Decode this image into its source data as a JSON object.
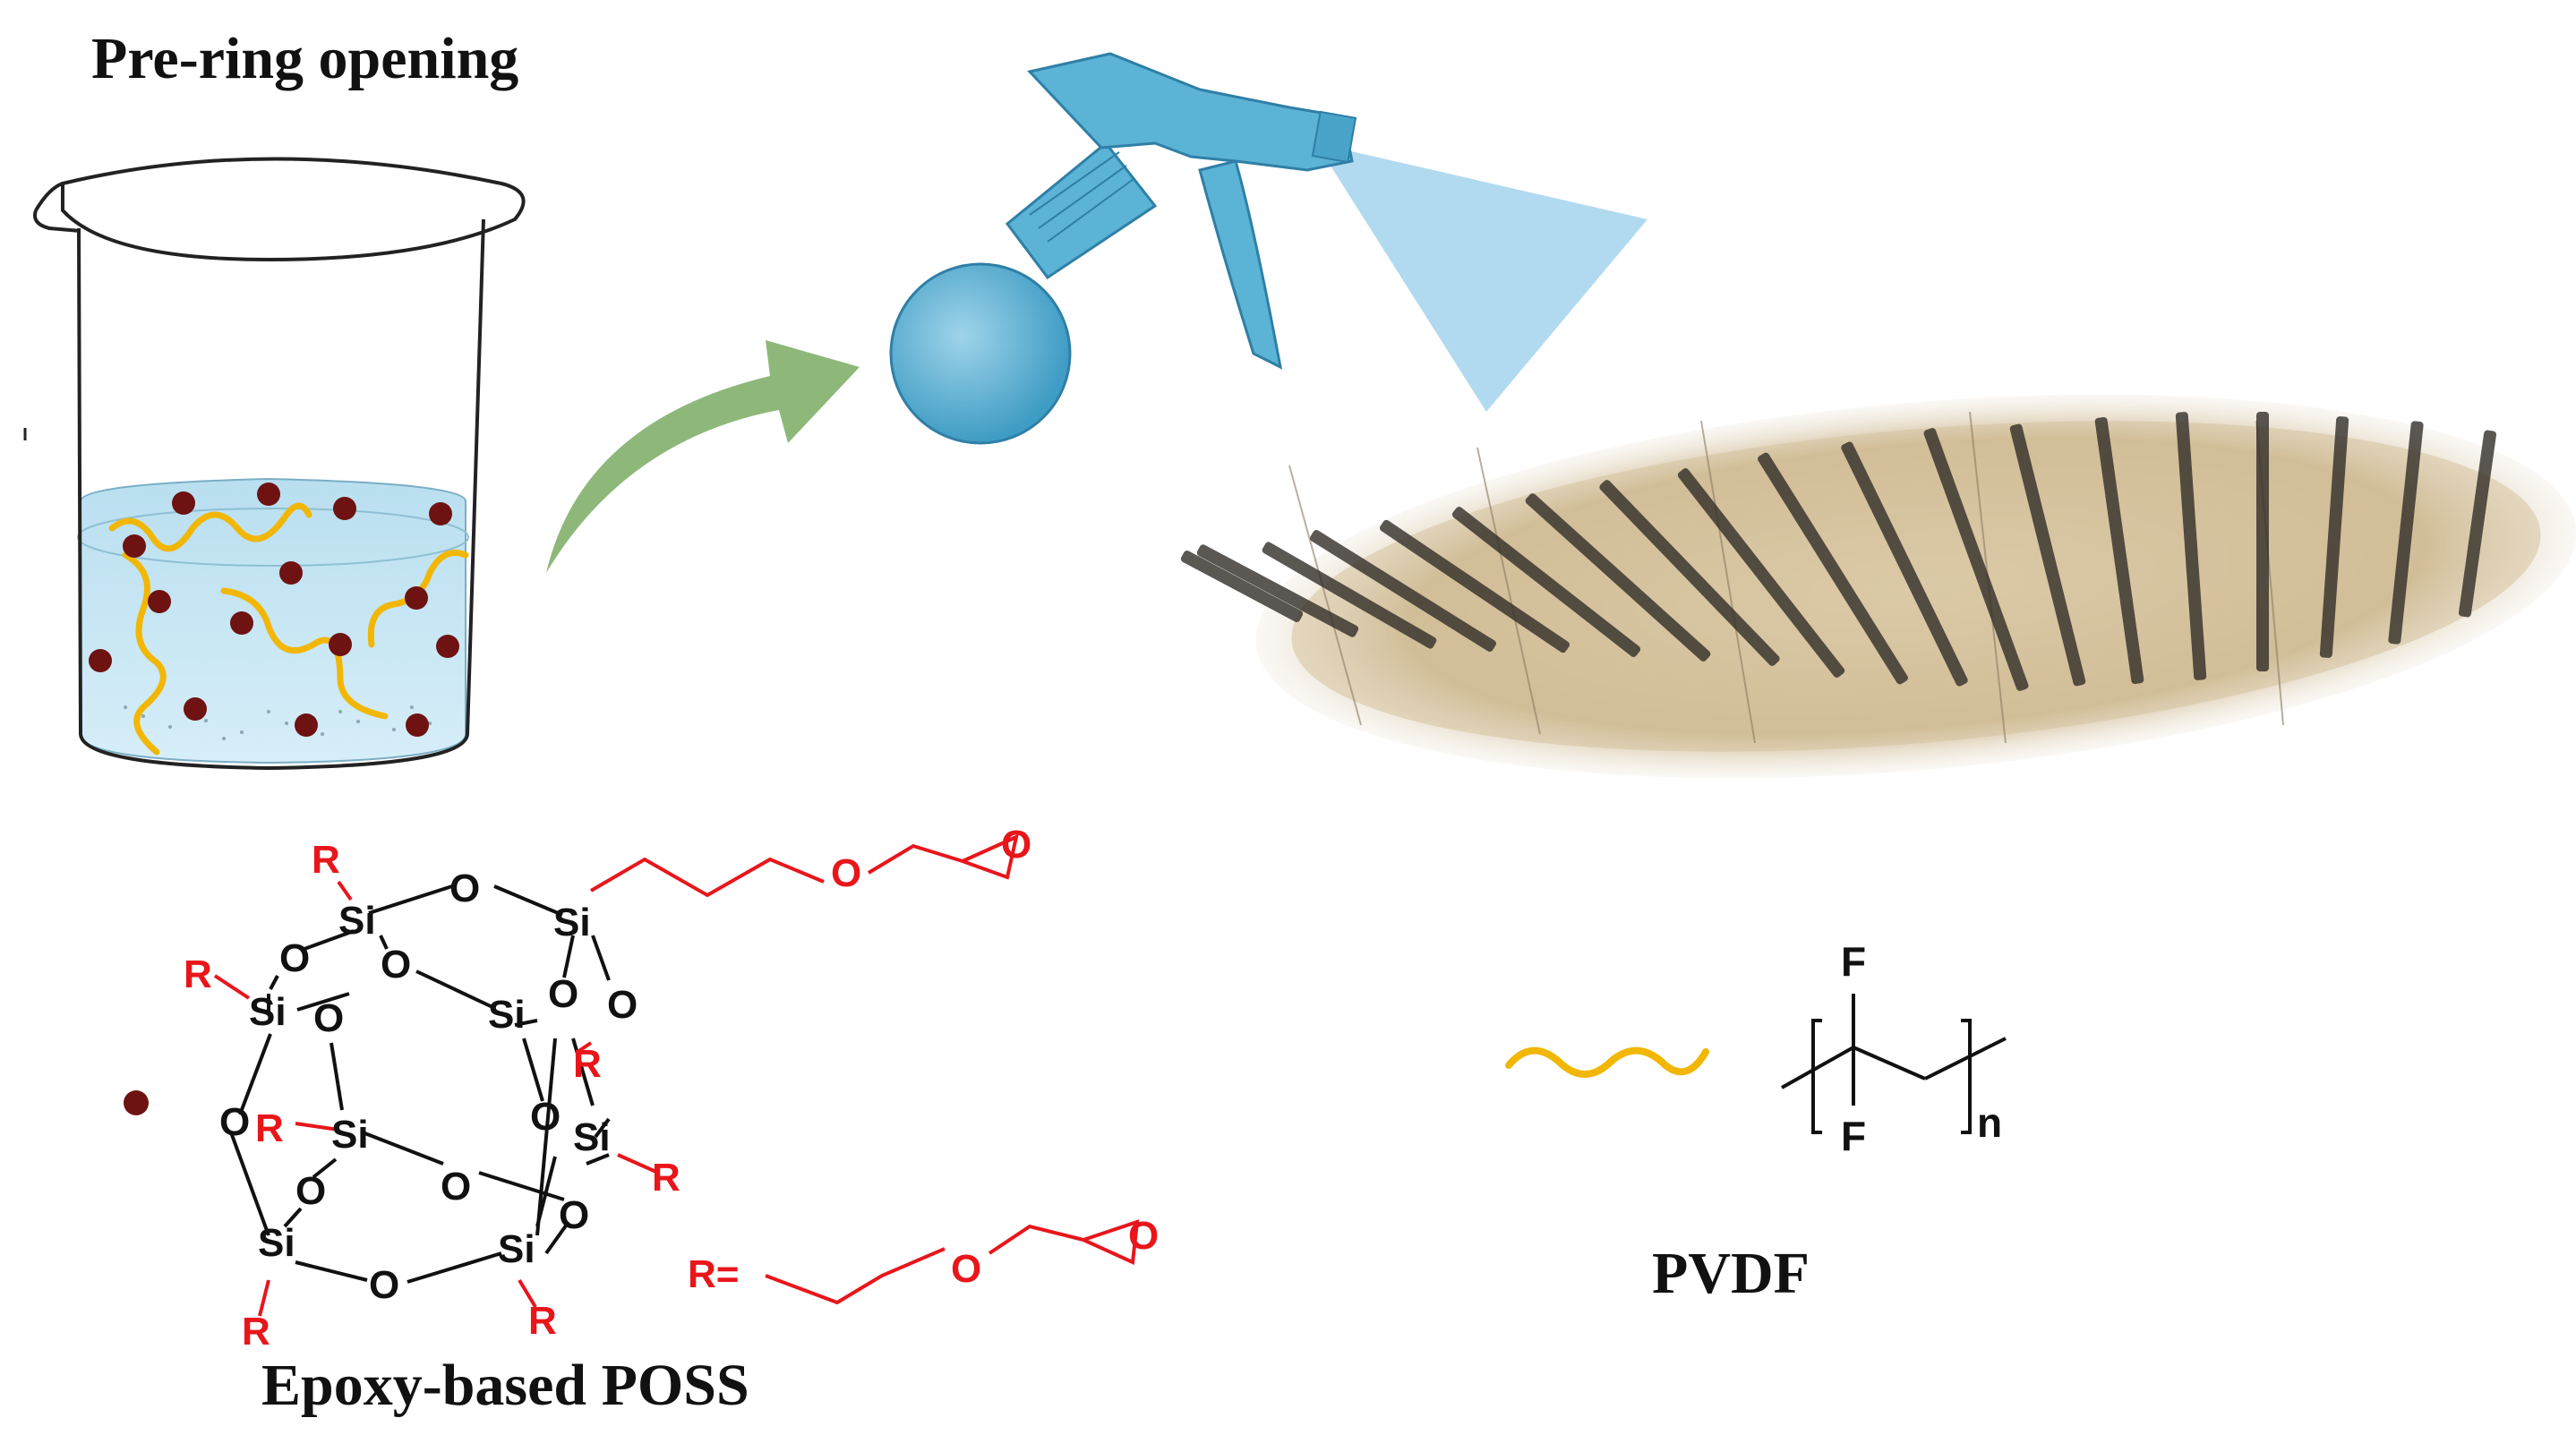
{
  "labels": {
    "pre_ring_opening": "Pre-ring opening",
    "epoxy_poss": "Epoxy-based POSS",
    "pvdf": "PVDF"
  },
  "poss": {
    "si": "Si",
    "o": "O",
    "r": "R",
    "r_def": "R="
  },
  "pvdf_formula": {
    "f": "F",
    "n": "n"
  },
  "colors": {
    "poss_particle": "#6e1212",
    "pvdf_chain": "#f2b705",
    "solution": "#bfe3f2",
    "arrow": "#8db87a",
    "spray_bottle": "#5bb3d6",
    "spray_cone": "#a9d6ef",
    "substituent": "#e8161b",
    "paper": "#d9c6a4",
    "ink": "#2e2a25"
  },
  "icons": [
    "beaker-icon",
    "spray-bottle-icon",
    "curved-arrow-icon",
    "manuscript-paper-image",
    "pvdf-chain-icon"
  ]
}
